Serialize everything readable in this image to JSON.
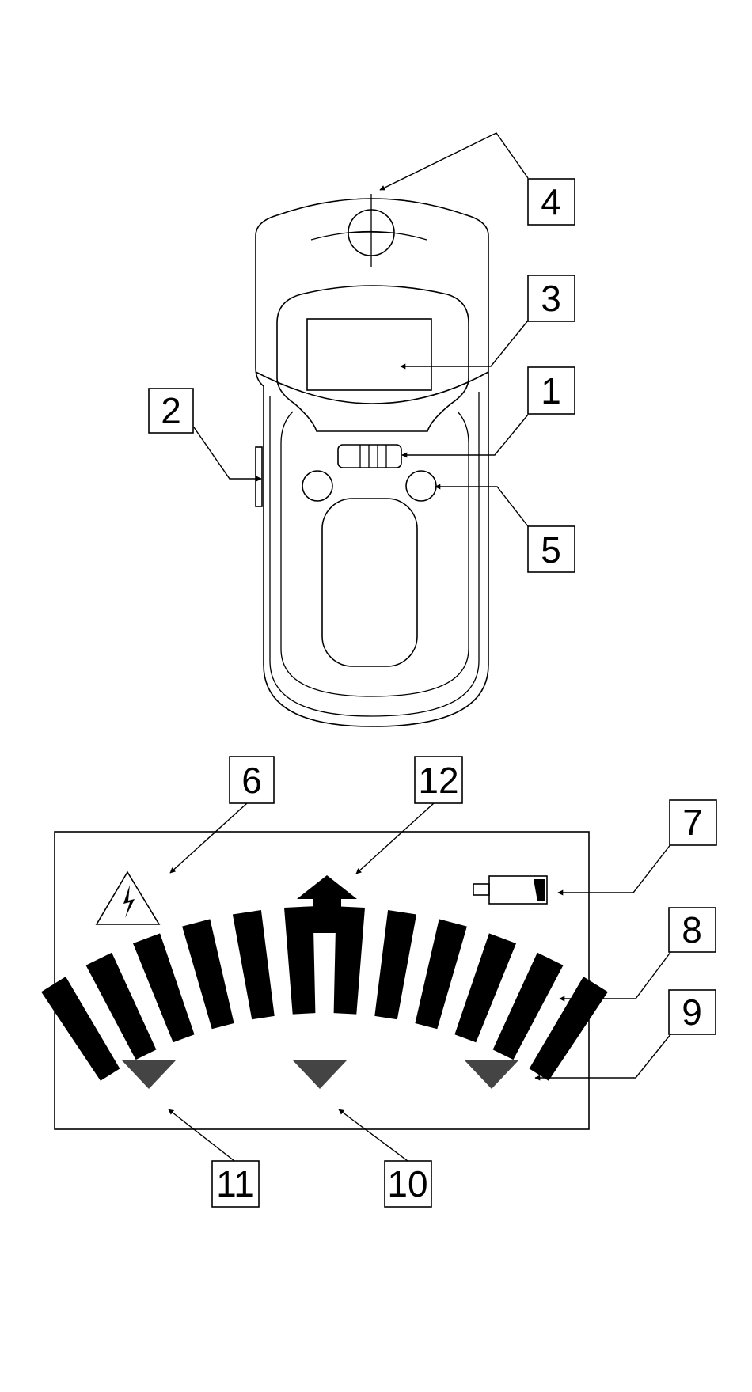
{
  "callouts": [
    {
      "id": "1",
      "label": "1"
    },
    {
      "id": "2",
      "label": "2"
    },
    {
      "id": "3",
      "label": "3"
    },
    {
      "id": "4",
      "label": "4"
    },
    {
      "id": "5",
      "label": "5"
    },
    {
      "id": "6",
      "label": "6"
    },
    {
      "id": "7",
      "label": "7"
    },
    {
      "id": "8",
      "label": "8"
    },
    {
      "id": "9",
      "label": "9"
    },
    {
      "id": "10",
      "label": "10"
    },
    {
      "id": "11",
      "label": "11"
    },
    {
      "id": "12",
      "label": "12"
    }
  ],
  "display": {
    "segment_bar_count": 12,
    "indicator_triangle_color": "#444444",
    "segment_color": "#000000"
  },
  "icons": {
    "warning": "high-voltage-warning-icon",
    "battery": "battery-icon",
    "center_arrow": "center-arrow-icon"
  }
}
